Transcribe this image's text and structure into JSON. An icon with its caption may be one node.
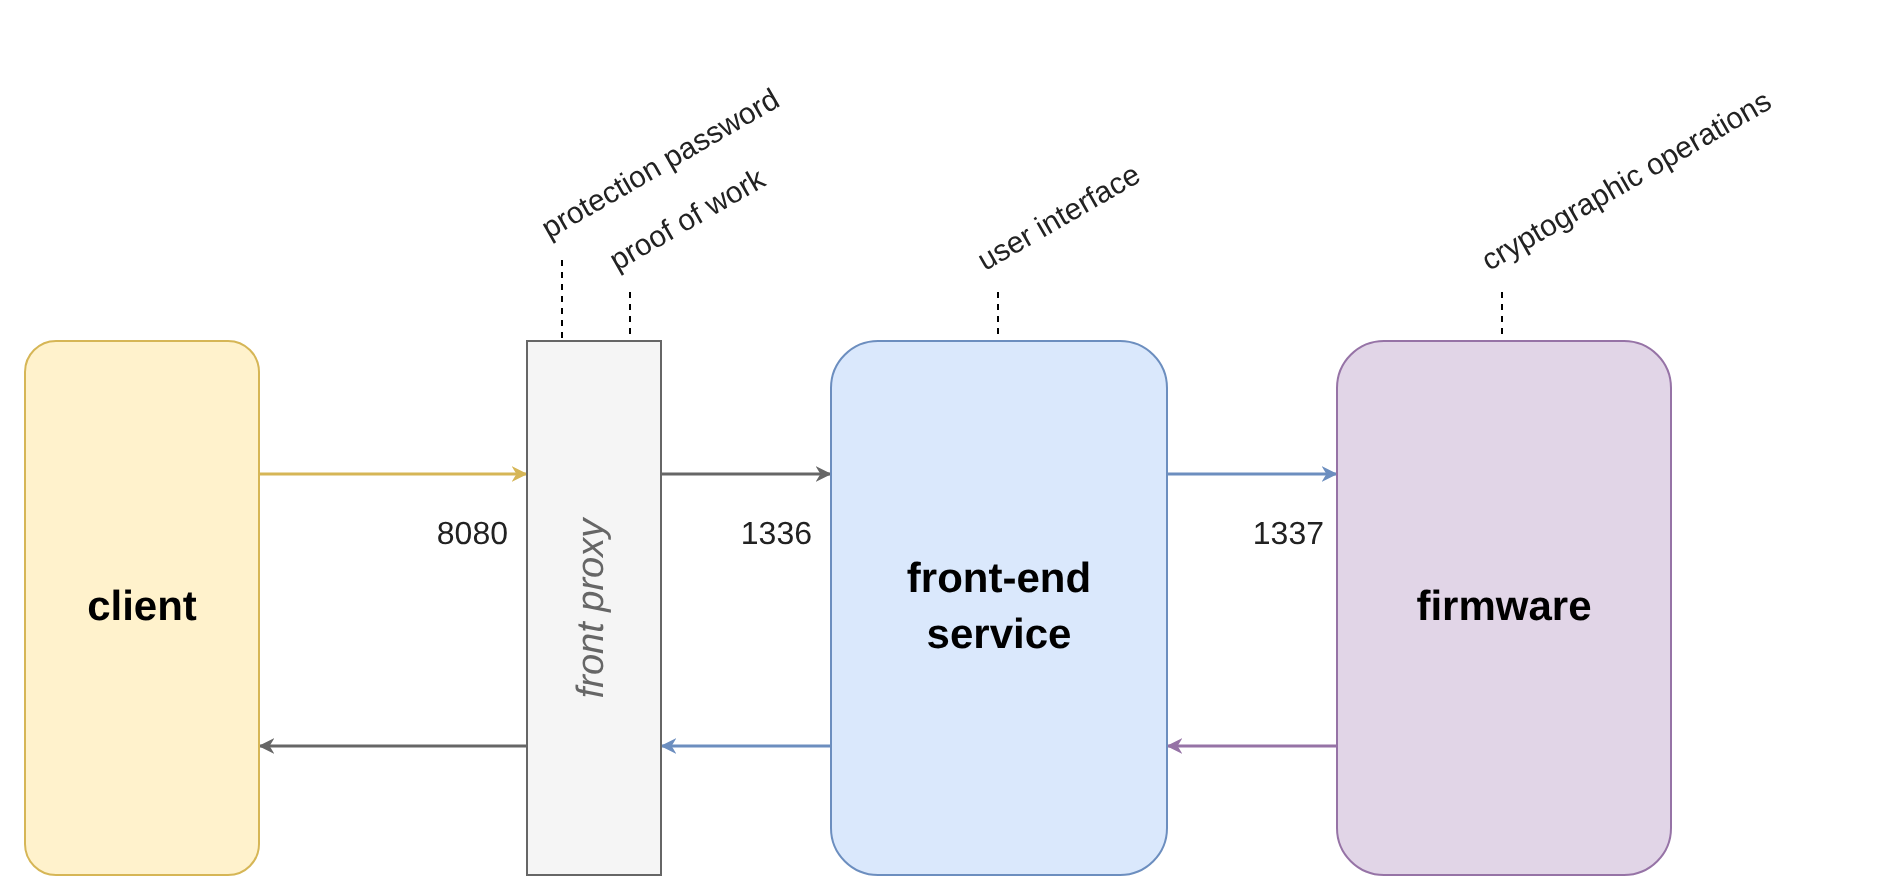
{
  "diagram": {
    "nodes": [
      {
        "text": [
          "client"
        ]
      },
      {
        "text": [
          "front proxy"
        ]
      },
      {
        "text": [
          "front-end service"
        ]
      },
      {
        "text": [
          "firmware"
        ]
      },
      {
        "text": [
          "protection password"
        ]
      },
      {
        "text": [
          "proof of work"
        ]
      },
      {
        "text": [
          "user interface"
        ]
      },
      {
        "text": [
          "cryptographic operations"
        ]
      }
    ],
    "edges": [
      {
        "from": 0,
        "to": 1,
        "arrow": "to",
        "color": "#d6b656"
      },
      {
        "from": 1,
        "to": 2,
        "arrow": "to",
        "color": "#666666"
      },
      {
        "from": 2,
        "to": 3,
        "arrow": "to",
        "color": "#6c8ebf"
      },
      {
        "from": 3,
        "to": 2,
        "arrow": "to",
        "color": "#9673a6"
      },
      {
        "from": 2,
        "to": 1,
        "arrow": "to",
        "color": "#6c8ebf"
      },
      {
        "from": 1,
        "to": 0,
        "arrow": "to",
        "color": "#666666"
      },
      {
        "from": 4,
        "to": 1,
        "arrow": "none",
        "style": "dashed",
        "color": "#000000"
      },
      {
        "from": 5,
        "to": 1,
        "arrow": "none",
        "style": "dashed",
        "color": "#000000"
      },
      {
        "from": 6,
        "to": 2,
        "arrow": "none",
        "style": "dashed",
        "color": "#000000"
      },
      {
        "from": 7,
        "to": 3,
        "arrow": "none",
        "style": "dashed",
        "color": "#000000"
      }
    ],
    "labels": [
      "8080",
      "1336",
      "1337"
    ]
  }
}
